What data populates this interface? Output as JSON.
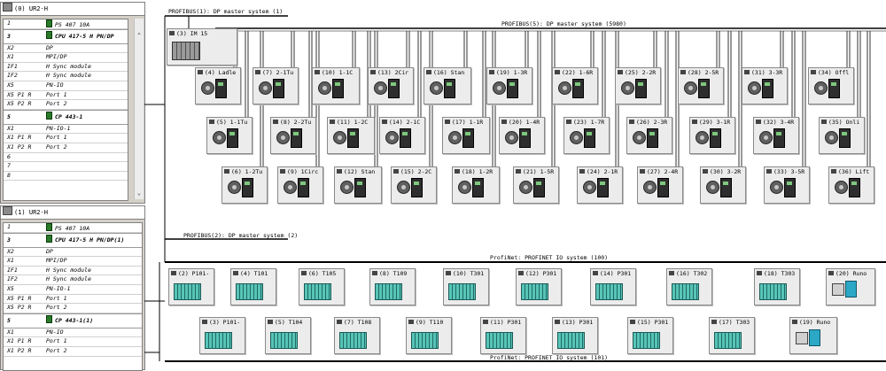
{
  "racks": [
    {
      "title": "(0) UR2-H",
      "slots": [
        {
          "num": "1",
          "name": "PS 407 10A",
          "big": false
        },
        {
          "num": "3",
          "name": "CPU 417-5 H PN/DP",
          "big": true
        },
        {
          "num": "X2",
          "name": "DP",
          "big": false
        },
        {
          "num": "X1",
          "name": "MPI/DP",
          "big": false
        },
        {
          "num": "IF1",
          "name": "H Sync module",
          "big": false
        },
        {
          "num": "IF2",
          "name": "H Sync module",
          "big": false
        },
        {
          "num": "X5",
          "name": "PN-IO",
          "big": false
        },
        {
          "num": "X5 P1 R",
          "name": "Port 1",
          "big": false
        },
        {
          "num": "X5 P2 R",
          "name": "Port 2",
          "big": false
        },
        {
          "num": "5",
          "name": "CP 443-1",
          "big": true
        },
        {
          "num": "X1",
          "name": "PN-IO-1",
          "big": false
        },
        {
          "num": "X1 P1 R",
          "name": "Port 1",
          "big": false
        },
        {
          "num": "X1 P2 R",
          "name": "Port 2",
          "big": false
        },
        {
          "num": "6",
          "name": "",
          "big": false
        },
        {
          "num": "7",
          "name": "",
          "big": false
        },
        {
          "num": "8",
          "name": "",
          "big": false
        }
      ]
    },
    {
      "title": "(1) UR2-H",
      "slots": [
        {
          "num": "1",
          "name": "PS 407 10A",
          "big": false
        },
        {
          "num": "3",
          "name": "CPU 417-5 H PN/DP(1)",
          "big": true
        },
        {
          "num": "X2",
          "name": "DP",
          "big": false
        },
        {
          "num": "X1",
          "name": "MPI/DP",
          "big": false
        },
        {
          "num": "IF1",
          "name": "H Sync module",
          "big": false
        },
        {
          "num": "IF2",
          "name": "H Sync module",
          "big": false
        },
        {
          "num": "X5",
          "name": "PN-IO-1",
          "big": false
        },
        {
          "num": "X5 P1 R",
          "name": "Port 1",
          "big": false
        },
        {
          "num": "X5 P2 R",
          "name": "Port 2",
          "big": false
        },
        {
          "num": "5",
          "name": "CP 443-1(1)",
          "big": true
        },
        {
          "num": "X1",
          "name": "PN-IO",
          "big": false
        },
        {
          "num": "X1 P1 R",
          "name": "Port 1",
          "big": false
        },
        {
          "num": "X1 P2 R",
          "name": "Port 2",
          "big": false
        }
      ]
    }
  ],
  "networks": {
    "profibus1": "PROFIBUS(1): DP master system (1)",
    "profibus5": "PROFIBUS(5): DP master system (5980)",
    "profibus2": "PROFIBUS(2): DP master system (2)",
    "profinet100": "ProfiNet: PROFINET IO system (100)",
    "profinet101": "ProfiNet: PROFINET IO system (101)"
  },
  "im_device": {
    "label": "(3) IM 15"
  },
  "drive_rows": [
    [
      "(4) Ladle",
      "(7) 2-1Tu",
      "(10) 1-1C",
      "(13) 2Cir",
      "(16) Stan",
      "(19) 1-3R",
      "(22) 1-6R",
      "(25) 2-2R",
      "(28) 2-5R",
      "(31) 3-3R",
      "(34) Offl"
    ],
    [
      "(5) 1-1Tu",
      "(8) 2-2Tu",
      "(11) 1-2C",
      "(14) 2-1C",
      "(17) 1-1R",
      "(20) 1-4R",
      "(23) 1-7R",
      "(26) 2-3R",
      "(29) 3-1R",
      "(32) 3-4R",
      "(35) Onli"
    ],
    [
      "(6) 1-2Tu",
      "(9) 1Circ",
      "(12) Stan",
      "(15) 2-2C",
      "(18) 1-2R",
      "(21) 1-5R",
      "(24) 2-1R",
      "(27) 2-4R",
      "(30) 3-2R",
      "(33) 3-5R",
      "(36) Lift"
    ]
  ],
  "pn_row1": [
    "(2) P101-",
    "(4) T101",
    "(6) T105",
    "(8) T109",
    "(10) T301",
    "(12) P301",
    "(14) P301",
    "(16) T302",
    "(18) T303",
    "(20) Runo"
  ],
  "pn_row2": [
    "(3) P101-",
    "(5) T104",
    "(7) T108",
    "(9) T110",
    "(11) P301",
    "(13) P301",
    "(15) P301",
    "(17) T303",
    "(19) Runo"
  ]
}
